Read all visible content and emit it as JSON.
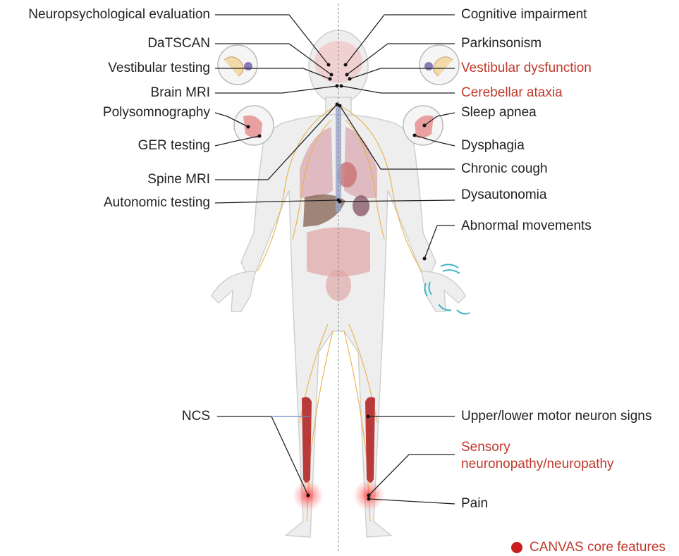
{
  "left_labels": {
    "neuropsych": "Neuropsychological evaluation",
    "datscan": "DaTSCAN",
    "vestibular_testing": "Vestibular testing",
    "brain_mri": "Brain MRI",
    "polysomnography": "Polysomnography",
    "ger_testing": "GER testing",
    "spine_mri": "Spine MRI",
    "autonomic_testing": "Autonomic testing",
    "ncs": "NCS"
  },
  "right_labels": {
    "cognitive": "Cognitive impairment",
    "parkinsonism": "Parkinsonism",
    "vestibular_dysfunction": "Vestibular dysfunction",
    "cerebellar_ataxia": "Cerebellar ataxia",
    "sleep_apnea": "Sleep apnea",
    "dysphagia": "Dysphagia",
    "chronic_cough": "Chronic cough",
    "dysautonomia": "Dysautonomia",
    "abnormal_movements": "Abnormal movements",
    "motor_neuron": "Upper/lower motor neuron signs",
    "sensory_line1": "Sensory",
    "sensory_line2": "neuronopathy/neuropathy",
    "pain": "Pain"
  },
  "legend": {
    "label": "CANVAS core features"
  },
  "colors": {
    "core_feature_text": "#c0392b",
    "legend_dot": "#c81e1e",
    "normal_text": "#222222",
    "nerves": "#e8b04a",
    "muscle": "#b83a3a",
    "body_fill": "#eeeeee"
  }
}
